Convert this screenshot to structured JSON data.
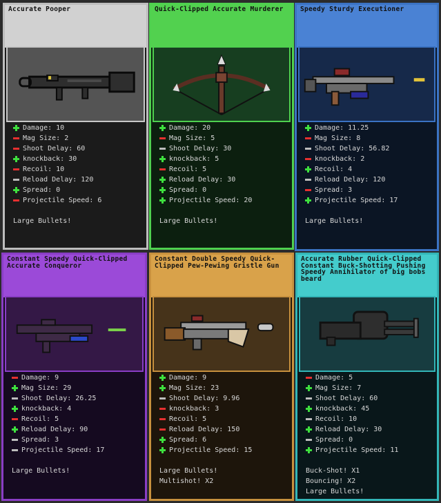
{
  "cards": [
    {
      "title": "Accurate Pooper",
      "weapon_icon": "rocket-launcher-icon",
      "stats": [
        {
          "label": "Damage: 10",
          "kind": "plus"
        },
        {
          "label": "Mag Size: 2",
          "kind": "minus"
        },
        {
          "label": "Shoot Delay: 60",
          "kind": "minus"
        },
        {
          "label": "knockback: 30",
          "kind": "plus"
        },
        {
          "label": "Recoil: 10",
          "kind": "minus"
        },
        {
          "label": "Reload Delay: 120",
          "kind": "neutral"
        },
        {
          "label": "Spread: 0",
          "kind": "plus"
        },
        {
          "label": "Projectile Speed: 6",
          "kind": "minus"
        }
      ],
      "notes": [
        "Large Bullets!"
      ]
    },
    {
      "title": "Quick-Clipped Accurate Murderer",
      "weapon_icon": "crossbow-icon",
      "stats": [
        {
          "label": "Damage: 20",
          "kind": "plus"
        },
        {
          "label": "Mag Size: 5",
          "kind": "minus"
        },
        {
          "label": "Shoot Delay: 30",
          "kind": "neutral"
        },
        {
          "label": "knockback: 5",
          "kind": "plus"
        },
        {
          "label": "Recoil: 5",
          "kind": "minus"
        },
        {
          "label": "Reload Delay: 30",
          "kind": "plus"
        },
        {
          "label": "Spread: 0",
          "kind": "plus"
        },
        {
          "label": "Projectile Speed: 20",
          "kind": "plus"
        }
      ],
      "notes": [
        "Large Bullets!"
      ]
    },
    {
      "title": "Speedy Sturdy Executioner",
      "weapon_icon": "rifle-icon",
      "stats": [
        {
          "label": "Damage: 11.25",
          "kind": "plus"
        },
        {
          "label": "Mag Size: 8",
          "kind": "minus"
        },
        {
          "label": "Shoot Delay: 56.82",
          "kind": "neutral"
        },
        {
          "label": "knockback: 2",
          "kind": "minus"
        },
        {
          "label": "Recoil: 4",
          "kind": "plus"
        },
        {
          "label": "Reload Delay: 120",
          "kind": "neutral"
        },
        {
          "label": "Spread: 3",
          "kind": "minus"
        },
        {
          "label": "Projectile Speed: 17",
          "kind": "plus"
        }
      ],
      "notes": [
        "Large Bullets!"
      ]
    },
    {
      "title": "Constant Speedy Quick-Clipped Accurate Conqueror",
      "weapon_icon": "assault-rifle-icon",
      "stats": [
        {
          "label": "Damage: 9",
          "kind": "minus"
        },
        {
          "label": "Mag Size: 29",
          "kind": "plus"
        },
        {
          "label": "Shoot Delay: 26.25",
          "kind": "neutral"
        },
        {
          "label": "knockback: 4",
          "kind": "plus"
        },
        {
          "label": "Recoil: 5",
          "kind": "minus"
        },
        {
          "label": "Reload Delay: 90",
          "kind": "plus"
        },
        {
          "label": "Spread: 3",
          "kind": "neutral"
        },
        {
          "label": "Projectile Speed: 17",
          "kind": "neutral"
        }
      ],
      "notes": [
        "Large Bullets!"
      ]
    },
    {
      "title": "Constant Double Speedy Quick-Clipped Pew-Pewing Gristle Gun",
      "weapon_icon": "shotgun-icon",
      "stats": [
        {
          "label": "Damage: 9",
          "kind": "plus"
        },
        {
          "label": "Mag Size: 23",
          "kind": "plus"
        },
        {
          "label": "Shoot Delay: 9.96",
          "kind": "neutral"
        },
        {
          "label": "knockback: 3",
          "kind": "minus"
        },
        {
          "label": "Recoil: 5",
          "kind": "minus"
        },
        {
          "label": "Reload Delay: 150",
          "kind": "minus"
        },
        {
          "label": "Spread: 6",
          "kind": "plus"
        },
        {
          "label": "Projectile Speed: 15",
          "kind": "plus"
        }
      ],
      "notes": [
        "Large Bullets!",
        "Multishot! X2"
      ]
    },
    {
      "title": "Accurate Rubber Quick-Clipped Constant Buck-Shotting Pushing Speedy Annihilator of big bobs beard",
      "weapon_icon": "minigun-icon",
      "stats": [
        {
          "label": "Damage: 5",
          "kind": "minus"
        },
        {
          "label": "Mag Size: 7",
          "kind": "plus"
        },
        {
          "label": "Shoot Delay: 60",
          "kind": "neutral"
        },
        {
          "label": "knockback: 45",
          "kind": "plus"
        },
        {
          "label": "Recoil: 10",
          "kind": "neutral"
        },
        {
          "label": "Reload Delay: 30",
          "kind": "plus"
        },
        {
          "label": "Spread: 0",
          "kind": "neutral"
        },
        {
          "label": "Projectile Speed: 11",
          "kind": "plus"
        }
      ],
      "notes": [
        "Buck-Shot! X1",
        "Bouncing! X2",
        "Large Bullets!"
      ]
    }
  ]
}
